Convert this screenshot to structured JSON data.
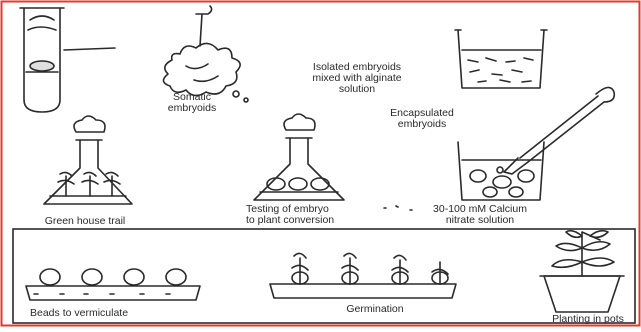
{
  "labels": {
    "somatic": "Somatic\nembryoids",
    "isolated": "Isolated embryoids\nmixed with alginate\nsolution",
    "encapsulated": "Encapsulated\nembryoids",
    "greenhouse": "Green house trail",
    "testing": "Testing of embryo\nto plant conversion",
    "calcium": "30-100 mM Calcium\nnitrate solution",
    "beads": "Beads to vermiculate",
    "germination": "Germination",
    "planting": "Planting in pots"
  },
  "colors": {
    "border": "#e03a2f",
    "ink": "#2a2a2a",
    "background": "#ffffff"
  }
}
